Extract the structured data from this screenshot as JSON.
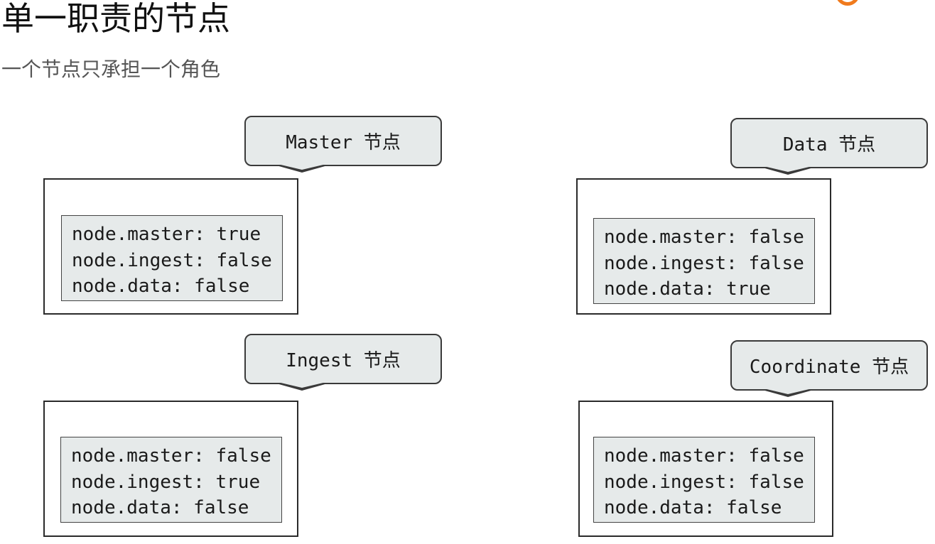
{
  "page": {
    "title": "单一职责的节点",
    "subtitle": "一个节点只承担一个角色"
  },
  "nodes": [
    {
      "label": "Master 节点",
      "lines": [
        "node.master: true",
        "node.ingest: false",
        "node.data: false"
      ]
    },
    {
      "label": "Data 节点",
      "lines": [
        "node.master: false",
        "node.ingest: false",
        "node.data: true"
      ]
    },
    {
      "label": "Ingest 节点",
      "lines": [
        "node.master: false",
        "node.ingest: true",
        "node.data: false"
      ]
    },
    {
      "label": "Coordinate 节点",
      "lines": [
        "node.master: false",
        "node.ingest: false",
        "node.data: false"
      ]
    }
  ],
  "colors": {
    "accent_logo": "#f07a1c",
    "callout_fill": "#e6eaea",
    "config_fill": "#e6eaea",
    "border": "#2a2a2a"
  },
  "icons": {
    "corner_logo": "orange-ring-logo-icon"
  }
}
